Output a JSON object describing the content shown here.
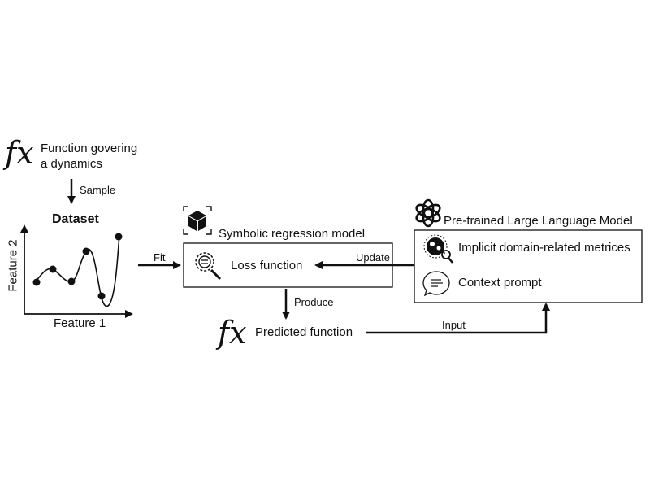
{
  "source": {
    "fx_symbol": "fx",
    "label_line1": "Function govering",
    "label_line2": "a dynamics"
  },
  "sample_label": "Sample",
  "dataset": {
    "title": "Dataset",
    "x_label": "Feature 1",
    "y_label": "Feature 2"
  },
  "fit_label": "Fit",
  "sr_model": {
    "title": "Symbolic regression model",
    "loss_label": "Loss function"
  },
  "update_label": "Update",
  "produce_label": "Produce",
  "predicted": {
    "fx_symbol": "fx",
    "label": "Predicted function"
  },
  "input_label": "Input",
  "llm": {
    "title": "Pre-trained Large Language Model",
    "items": [
      {
        "label": "Implicit domain-related metrices",
        "icon": "brain-search-icon"
      },
      {
        "label": "Context prompt",
        "icon": "speech-bubble-icon"
      }
    ]
  }
}
